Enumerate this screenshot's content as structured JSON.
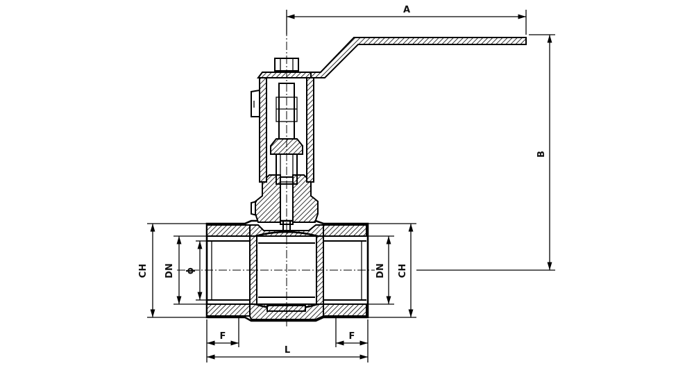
{
  "drawing": {
    "labels": {
      "A": "A",
      "B": "B",
      "L": "L",
      "F_left": "F",
      "F_right": "F",
      "CH_left": "CH",
      "CH_right": "CH",
      "DN_left": "DN",
      "DN_right": "DN",
      "phi": "ϕ"
    },
    "colors": {
      "line": "#000000",
      "background": "#ffffff"
    }
  }
}
